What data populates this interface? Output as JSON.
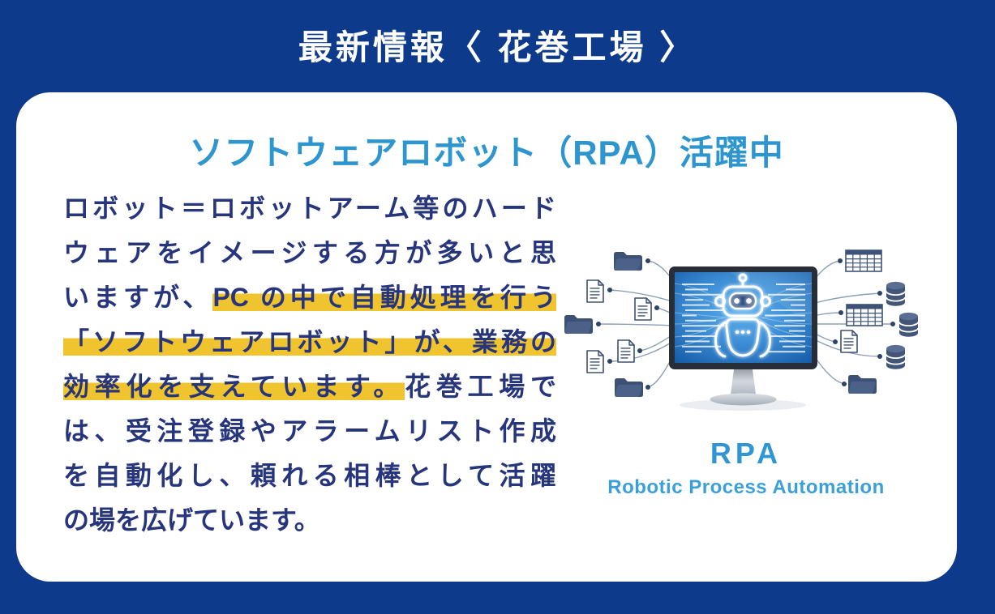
{
  "page": {
    "background_color": "#0D3A8B",
    "title": "最新情報〈 花巻工場 〉"
  },
  "card": {
    "heading": "ソフトウェアロボット（RPA）活躍中",
    "colors": {
      "heading_blue": "#2E96CF",
      "body_navy": "#26357C",
      "highlight_yellow": "#F0C42E"
    },
    "body_lines": [
      {
        "justify": true,
        "segments": [
          {
            "text": "ロボット＝ロボットアーム等のハード",
            "highlight": false
          }
        ]
      },
      {
        "justify": true,
        "segments": [
          {
            "text": "ウェアをイメージする方が多いと思",
            "highlight": false
          }
        ]
      },
      {
        "justify": true,
        "segments": [
          {
            "text": "いますが、",
            "highlight": false
          },
          {
            "text": "PC の中で自動処理を行う",
            "highlight": true
          }
        ]
      },
      {
        "justify": true,
        "segments": [
          {
            "text": "「ソフトウェアロボット」が、業務の",
            "highlight": true
          }
        ]
      },
      {
        "justify": true,
        "segments": [
          {
            "text": "効率化を支えています。",
            "highlight": true
          },
          {
            "text": "花巻工場で",
            "highlight": false
          }
        ]
      },
      {
        "justify": true,
        "segments": [
          {
            "text": "は、受注登録やアラームリスト作成",
            "highlight": false
          }
        ]
      },
      {
        "justify": true,
        "segments": [
          {
            "text": "を自動化し、頼れる相棒として活躍",
            "highlight": false
          }
        ]
      },
      {
        "justify": false,
        "segments": [
          {
            "text": "の場を広げています。",
            "highlight": false
          }
        ]
      }
    ]
  },
  "illustration": {
    "caption": "RPA",
    "caption_color": "#2F96D3",
    "subcaption": "Robotic Process Automation",
    "subcaption_color": "#3BA0DA",
    "screen_subject": "robot",
    "left_icons": [
      "folder",
      "document",
      "document",
      "folder",
      "document",
      "document",
      "folder"
    ],
    "right_icons": [
      "spreadsheet",
      "database",
      "spreadsheet",
      "database",
      "document",
      "database",
      "folder"
    ]
  }
}
